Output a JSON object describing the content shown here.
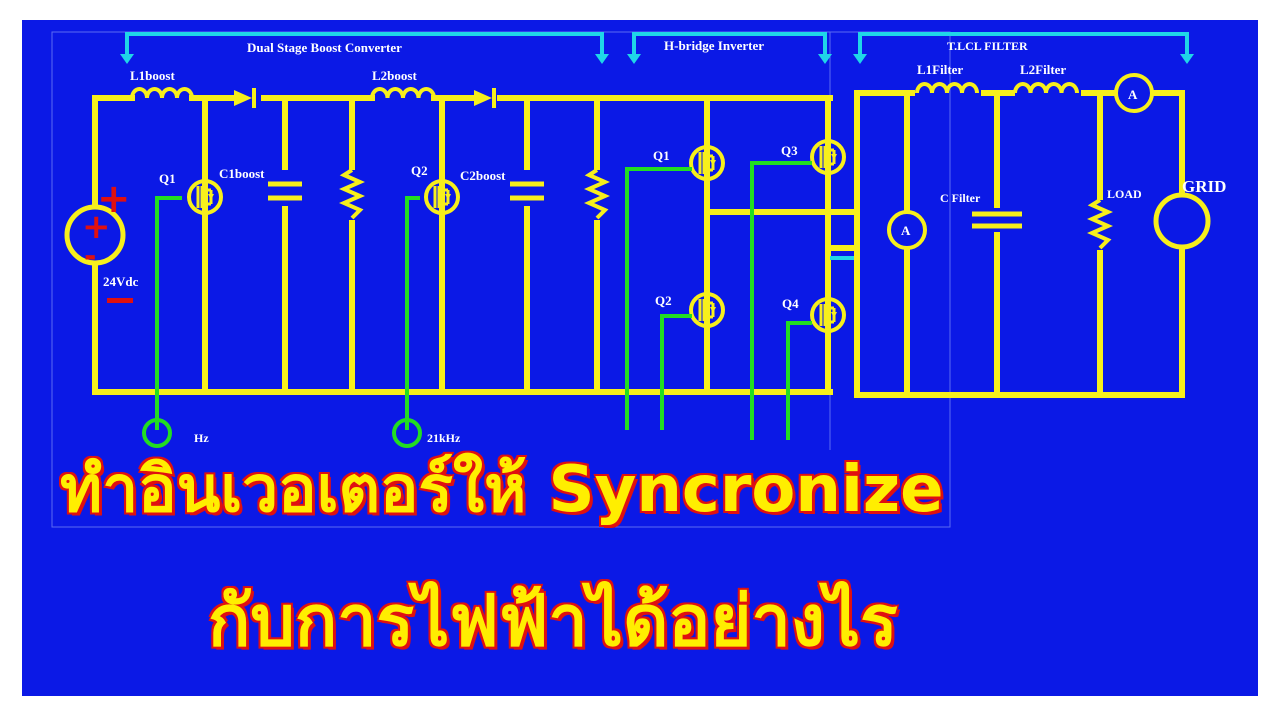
{
  "sections": {
    "boost": "Dual Stage Boost Converter",
    "hbridge": "H-bridge Inverter",
    "filter": "T.LCL FILTER"
  },
  "components": {
    "l1boost": "L1boost",
    "l2boost": "L2boost",
    "c1boost": "C1boost",
    "c2boost": "C2boost",
    "q1_boost": "Q1",
    "q2_boost": "Q2",
    "source": "24Vdc",
    "q1": "Q1",
    "q2": "Q2",
    "q3": "Q3",
    "q4": "Q4",
    "l1filter": "L1Filter",
    "l2filter": "L2Filter",
    "cfilter": "C Filter",
    "load": "LOAD",
    "grid": "GRID",
    "ammeter": "A",
    "freq1": "Hz",
    "freq2": "21kHz"
  },
  "headline": {
    "line1": "ทำอินเวอเตอร์ให้ Syncronize",
    "line2": "กับการไฟฟ้าได้อย่างไร"
  },
  "colors": {
    "background": "#0b19e6",
    "wire": "#f7ef1c",
    "gate": "#22dd22",
    "arrow": "#1fd6e8",
    "text_fill": "#ffee00",
    "text_outline": "#e01010"
  }
}
